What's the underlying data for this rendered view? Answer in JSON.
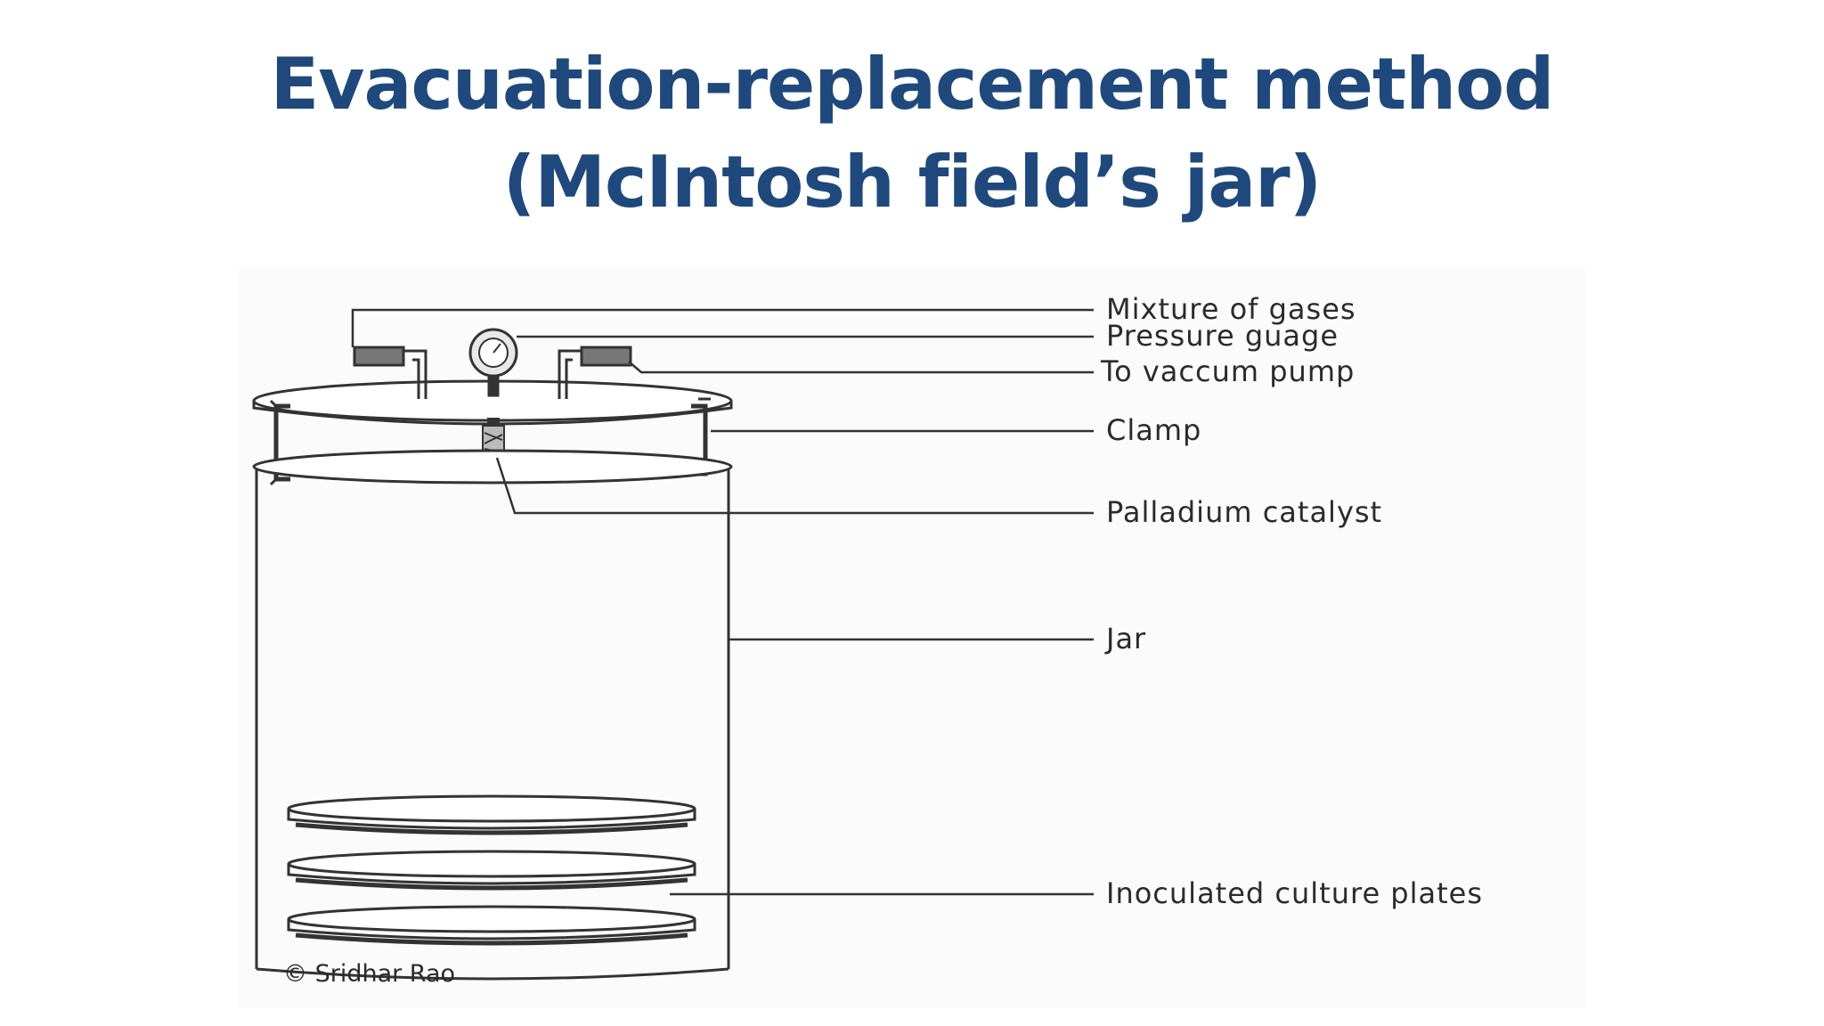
{
  "slide": {
    "title_line1": "Evacuation-replacement method",
    "title_line2": "(McIntosh field’s jar)"
  },
  "diagram": {
    "labels": {
      "mixture_of_gases": "Mixture of gases",
      "pressure_gauge": "Pressure guage",
      "vacuum_pump": "To vaccum pump",
      "clamp": "Clamp",
      "palladium_catalyst": "Palladium catalyst",
      "jar": "Jar",
      "culture_plates": "Inoculated culture plates"
    },
    "credit": "© Sridhar Rao"
  }
}
